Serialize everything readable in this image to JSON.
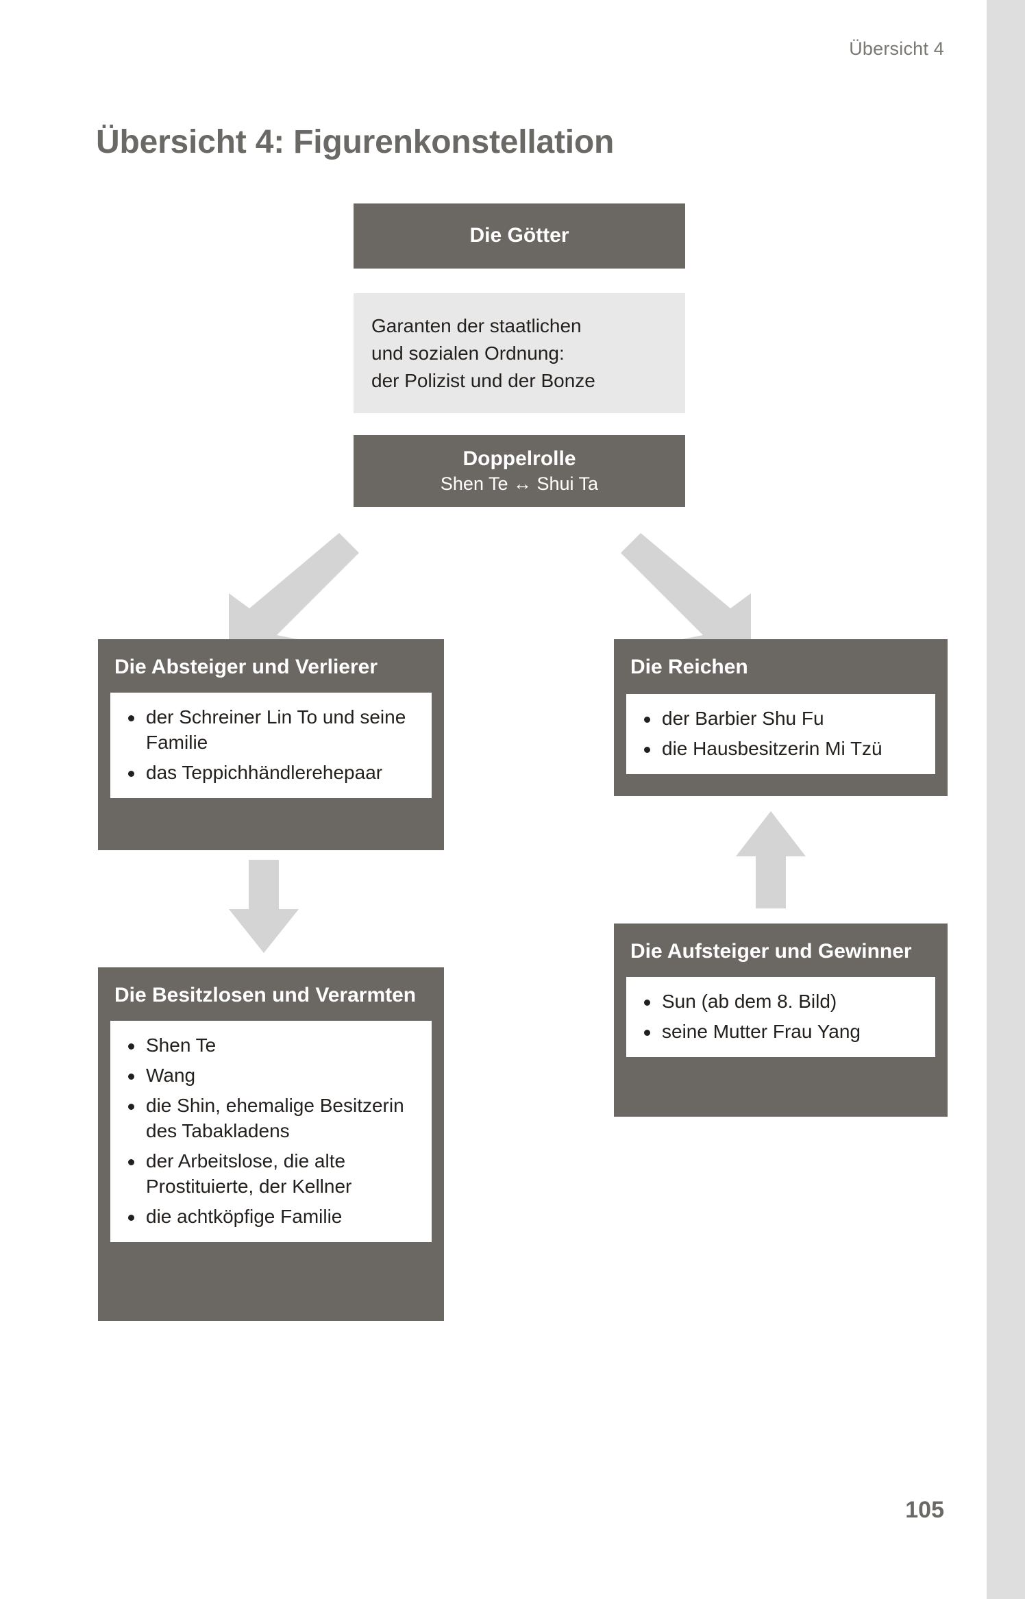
{
  "page": {
    "running_head": "Übersicht 4",
    "title": "Übersicht 4: Figurenkonstellation",
    "number": "105"
  },
  "colors": {
    "node_fill": "#6b6762",
    "node_text": "#ffffff",
    "body_fill": "#ffffff",
    "body_text": "#231f1d",
    "info_fill": "#e8e8e8",
    "arrow_fill": "#d4d4d4",
    "heading_text": "#6b6965",
    "edge_band": "#dedede"
  },
  "diagram": {
    "goetter": {
      "title": "Die Götter",
      "description": "Garanten der staatlichen\nund sozialen Ordnung:\nder Polizist und der Bonze"
    },
    "doppelrolle": {
      "title": "Doppelrolle",
      "subtitle": "Shen Te ↔ Shui Ta"
    },
    "absteiger": {
      "title": "Die Absteiger und Verlierer",
      "items": [
        "der Schreiner Lin To und seine Familie",
        "das Teppichhändlerehepaar"
      ]
    },
    "reichen": {
      "title": "Die Reichen",
      "items": [
        "der Barbier Shu Fu",
        "die Hausbesitzerin Mi Tzü"
      ]
    },
    "besitzlosen": {
      "title": "Die Besitzlosen und Verarmten",
      "items": [
        "Shen Te",
        "Wang",
        "die Shin, ehemalige Besitzerin des Tabakladens",
        "der Arbeitslose, die alte Prostituierte, der Kellner",
        "die achtköpfige Familie"
      ]
    },
    "aufsteiger": {
      "title": "Die Aufsteiger und Gewinner",
      "items": [
        "Sun (ab dem 8. Bild)",
        "seine Mutter Frau Yang"
      ]
    },
    "arrows": [
      {
        "name": "arrow-doppelrolle-to-absteiger",
        "direction": "down-left"
      },
      {
        "name": "arrow-doppelrolle-to-reichen",
        "direction": "down-right"
      },
      {
        "name": "arrow-absteiger-to-besitzlosen",
        "direction": "down"
      },
      {
        "name": "arrow-aufsteiger-to-reichen",
        "direction": "up"
      }
    ]
  }
}
